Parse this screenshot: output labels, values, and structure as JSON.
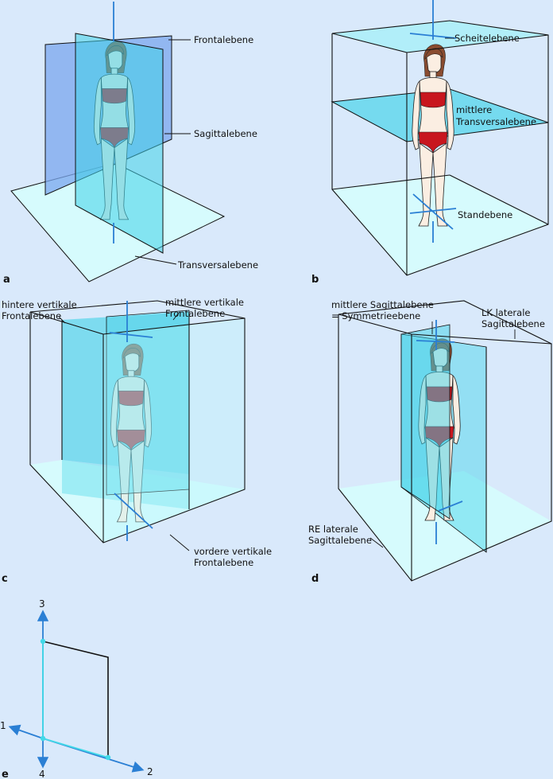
{
  "labels": {
    "a": {
      "panel": "a",
      "frontal": "Frontalebene",
      "sagittal": "Sagittalebene",
      "transversal": "Transversalebene"
    },
    "b": {
      "panel": "b",
      "scheitel": "Scheitelebene",
      "mittlere_1": "mittlere",
      "mittlere_2": "Transversalebene",
      "stand": "Standebene"
    },
    "c": {
      "panel": "c",
      "hintere_1": "hintere vertikale",
      "hintere_2": "Frontalebene",
      "mittlere_1": "mittlere vertikale",
      "mittlere_2": "Frontalebene",
      "vordere_1": "vordere vertikale",
      "vordere_2": "Frontalebene"
    },
    "d": {
      "panel": "d",
      "mittlere_1": "mittlere Sagittalebene",
      "mittlere_2": "= Symmetrieebene",
      "lk_1": "LK laterale",
      "lk_2": "Sagittalebene",
      "re_1": "RE laterale",
      "re_2": "Sagittalebene"
    },
    "e": {
      "panel": "e",
      "axis_1": "1",
      "axis_2": "2",
      "axis_3": "3",
      "axis_4": "4"
    }
  },
  "colors": {
    "background": "#d9e9fb",
    "plane_cyan": "#3fd2e8",
    "plane_blue": "#7aa6ee",
    "floor": "#d6fbfd",
    "axis_blue": "#2a7fd4",
    "skin": "#fbeee2",
    "garment_red": "#c8161e",
    "hair_brown": "#8a4c30"
  },
  "figure_icon": "standing-human-figure"
}
